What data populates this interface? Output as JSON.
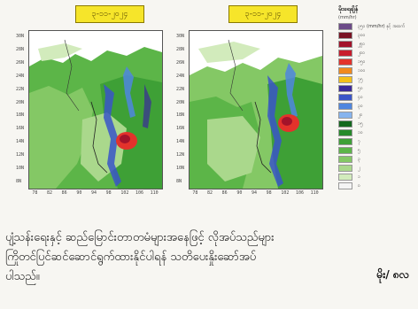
{
  "maps": [
    {
      "title": "၃-၁၁-၂၀၂၄"
    },
    {
      "title": "၃-၁၁-၂၀၂၄"
    }
  ],
  "x_ticks": [
    "78",
    "82",
    "86",
    "90",
    "94",
    "98",
    "102",
    "106",
    "110"
  ],
  "y_ticks": [
    "30N",
    "28N",
    "26N",
    "24N",
    "22N",
    "20N",
    "18N",
    "16N",
    "14N",
    "12N",
    "10N",
    "8N"
  ],
  "legend": {
    "title": "မိုးရေချိန်",
    "unit": "(mm/hr)",
    "items": [
      {
        "label": "၃၅၀ (mm/hr) နှင့် အထက်",
        "color": "#6b4a87"
      },
      {
        "label": "၃၀၀",
        "color": "#7a1323"
      },
      {
        "label": "၂၅၀",
        "color": "#a3132a"
      },
      {
        "label": "၂၀၀",
        "color": "#c81c2c"
      },
      {
        "label": "၁၅၀",
        "color": "#e3322b"
      },
      {
        "label": "၁၀၀",
        "color": "#f18a1d"
      },
      {
        "label": "၇၅",
        "color": "#f5c018"
      },
      {
        "label": "၅၀",
        "color": "#3b2a9a"
      },
      {
        "label": "၄၀",
        "color": "#3a55c8"
      },
      {
        "label": "၃၀",
        "color": "#4f86df"
      },
      {
        "label": "၂၀",
        "color": "#86b4ee"
      },
      {
        "label": "၁၅",
        "color": "#14681e"
      },
      {
        "label": "၁၀",
        "color": "#268a2a"
      },
      {
        "label": "၇",
        "color": "#3ea036"
      },
      {
        "label": "၅",
        "color": "#5cb548"
      },
      {
        "label": "၃",
        "color": "#84c865"
      },
      {
        "label": "၂",
        "color": "#aad88c"
      },
      {
        "label": "၁",
        "color": "#d2ebbc"
      },
      {
        "label": "၀",
        "color": "#f4f4f4"
      }
    ]
  },
  "caption": {
    "line1": "ပျံ့သန်းရေးနှင့် ဆည်မြောင်းတာတမံများအနေဖြင့် လိုအပ်သည်များ",
    "line2": "ကြိုတင်ပြင်ဆင်ဆောင်ရွက်ထားနိုင်ပါရန်  သတိပေးနှိုးဆော်အပ်",
    "line3": "ပါသည်။"
  },
  "author": "မိုး/ ၈လ"
}
